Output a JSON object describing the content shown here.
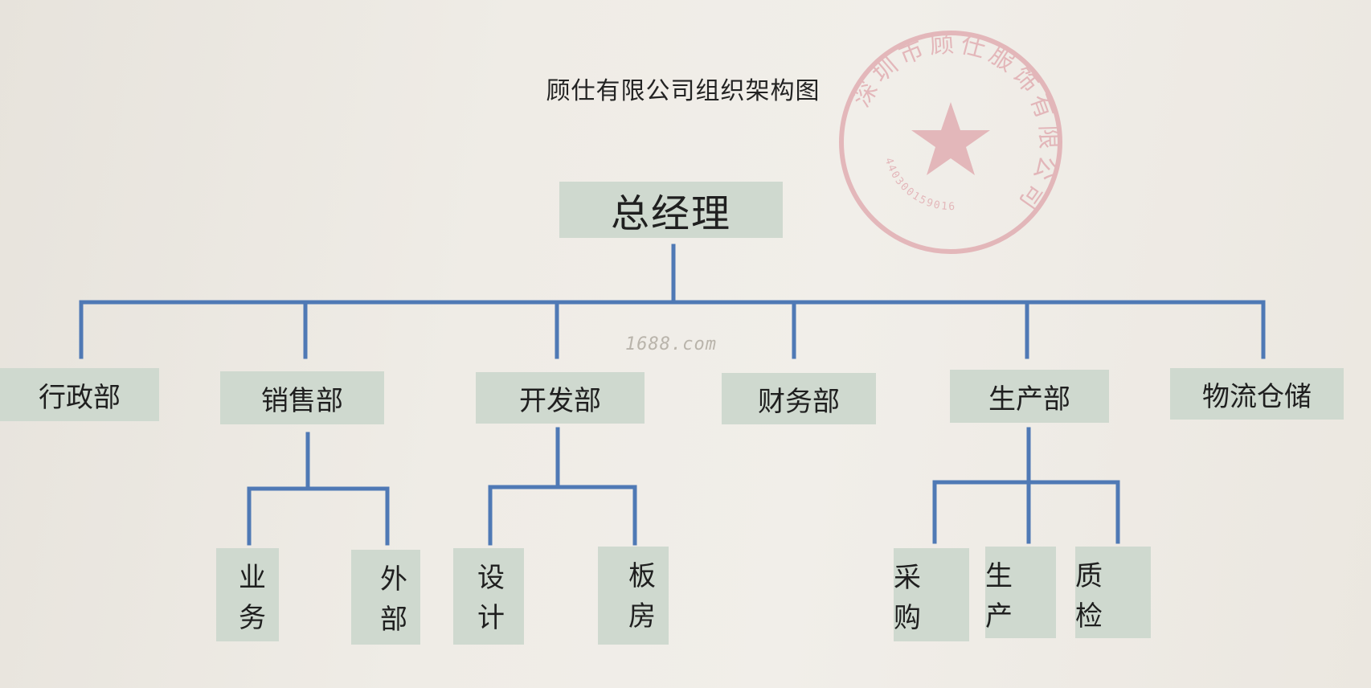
{
  "title": "顾仕有限公司组织架构图",
  "seal_text": "深圳市顾仕服饰有限公司",
  "seal_number": "440300159016",
  "watermark": "1688.com",
  "colors": {
    "box_fill": "#cfd9cf",
    "connector": "#4f79b5",
    "seal": "#d98b95"
  },
  "org": {
    "root": "总经理",
    "departments": [
      {
        "label": "行政部",
        "children": []
      },
      {
        "label": "销售部",
        "children": [
          {
            "lines": [
              "业",
              "务"
            ]
          },
          {
            "lines": [
              "外",
              "部"
            ]
          }
        ]
      },
      {
        "label": "开发部",
        "children": [
          {
            "lines": [
              "设",
              "计"
            ]
          },
          {
            "lines": [
              "板",
              "房"
            ]
          }
        ]
      },
      {
        "label": "财务部",
        "children": []
      },
      {
        "label": "生产部",
        "children": [
          {
            "lines": [
              "采",
              "购"
            ]
          },
          {
            "lines": [
              "生",
              "产"
            ]
          },
          {
            "lines": [
              "质",
              "检"
            ]
          }
        ]
      },
      {
        "label": "物流仓储",
        "children": []
      }
    ]
  }
}
